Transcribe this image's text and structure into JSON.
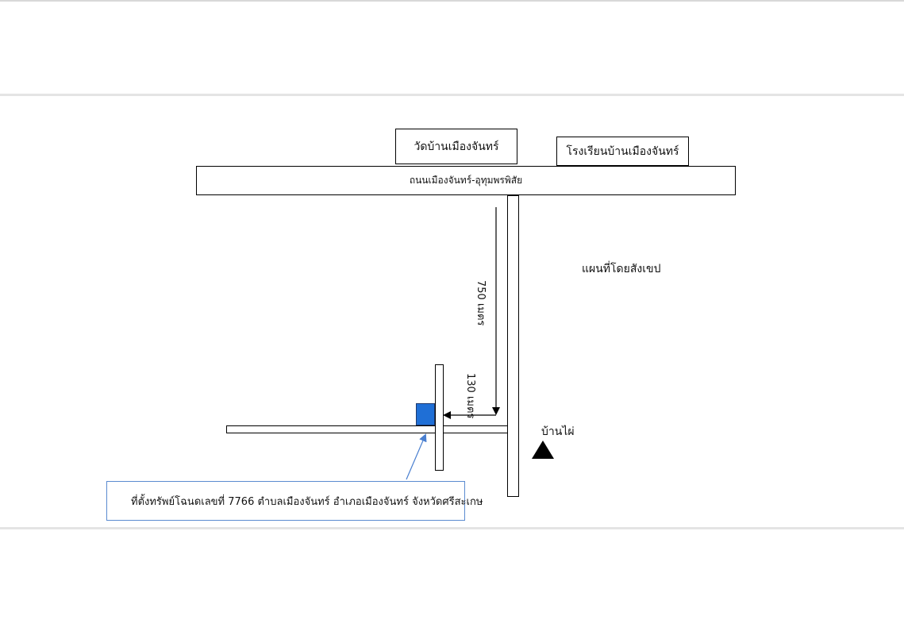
{
  "landmarks": {
    "temple": "วัดบ้านเมืองจันทร์",
    "school": "โรงเรียนบ้านเมืองจันทร์"
  },
  "roads": {
    "main_road": "ถนนเมืองจันทร์-อุทุมพรพิสัย"
  },
  "title": "แผนที่โดยสังเขป",
  "distances": {
    "first_leg": "750 เมตร",
    "second_leg": "130 เมตร"
  },
  "village": "บ้านไผ่",
  "callout": {
    "text": "ที่ตั้งทรัพย์โฉนดเลขที่ 7766 ตำบลเมืองจันทร์ อำเภอเมืองจันทร์ จังหวัดศรีสะเกษ"
  },
  "colors": {
    "plot_fill": "#1f6fd6",
    "callout_border": "#5b8bd0",
    "pointer_arrow": "#4a7fd0"
  }
}
